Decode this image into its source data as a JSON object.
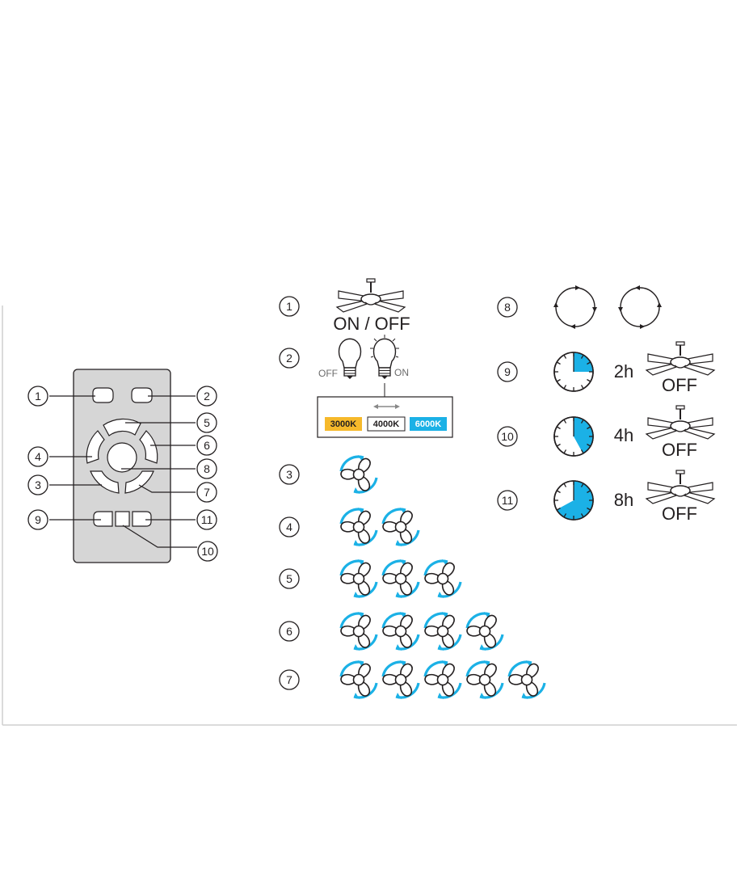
{
  "remote_buttons": [
    {
      "number": "1",
      "role": "fan on/off"
    },
    {
      "number": "2",
      "role": "light on/off / colour temperature"
    },
    {
      "number": "3",
      "role": "fan speed 1"
    },
    {
      "number": "4",
      "role": "fan speed 2"
    },
    {
      "number": "5",
      "role": "fan speed 3"
    },
    {
      "number": "6",
      "role": "fan speed 4"
    },
    {
      "number": "7",
      "role": "fan speed 5"
    },
    {
      "number": "8",
      "role": "reverse direction"
    },
    {
      "number": "9",
      "role": "timer 2h"
    },
    {
      "number": "10",
      "role": "timer 4h"
    },
    {
      "number": "11",
      "role": "timer 8h"
    }
  ],
  "legend": {
    "fan_power": {
      "number": "1",
      "label": "ON / OFF"
    },
    "light": {
      "number": "2",
      "off_label": "OFF",
      "on_label": "ON",
      "color_temps": [
        {
          "label": "3000K",
          "color": "#f6b92b",
          "text_color": "#231f20"
        },
        {
          "label": "4000K",
          "color": "#ffffff",
          "text_color": "#231f20"
        },
        {
          "label": "6000K",
          "color": "#1bb1e6",
          "text_color": "#ffffff"
        }
      ]
    },
    "speeds": [
      {
        "number": "3",
        "fan_count": 1
      },
      {
        "number": "4",
        "fan_count": 2
      },
      {
        "number": "5",
        "fan_count": 3
      },
      {
        "number": "6",
        "fan_count": 4
      },
      {
        "number": "7",
        "fan_count": 5
      }
    ],
    "reverse": {
      "number": "8"
    },
    "timers": [
      {
        "number": "9",
        "duration": "2h",
        "fill_fraction": 0.25,
        "state": "OFF"
      },
      {
        "number": "10",
        "duration": "4h",
        "fill_fraction": 0.42,
        "state": "OFF"
      },
      {
        "number": "11",
        "duration": "8h",
        "fill_fraction": 0.67,
        "state": "OFF"
      }
    ]
  },
  "colors": {
    "accent_blue": "#1bb1e6",
    "remote_body": "#d6d6d6",
    "amber": "#f6b92b"
  }
}
